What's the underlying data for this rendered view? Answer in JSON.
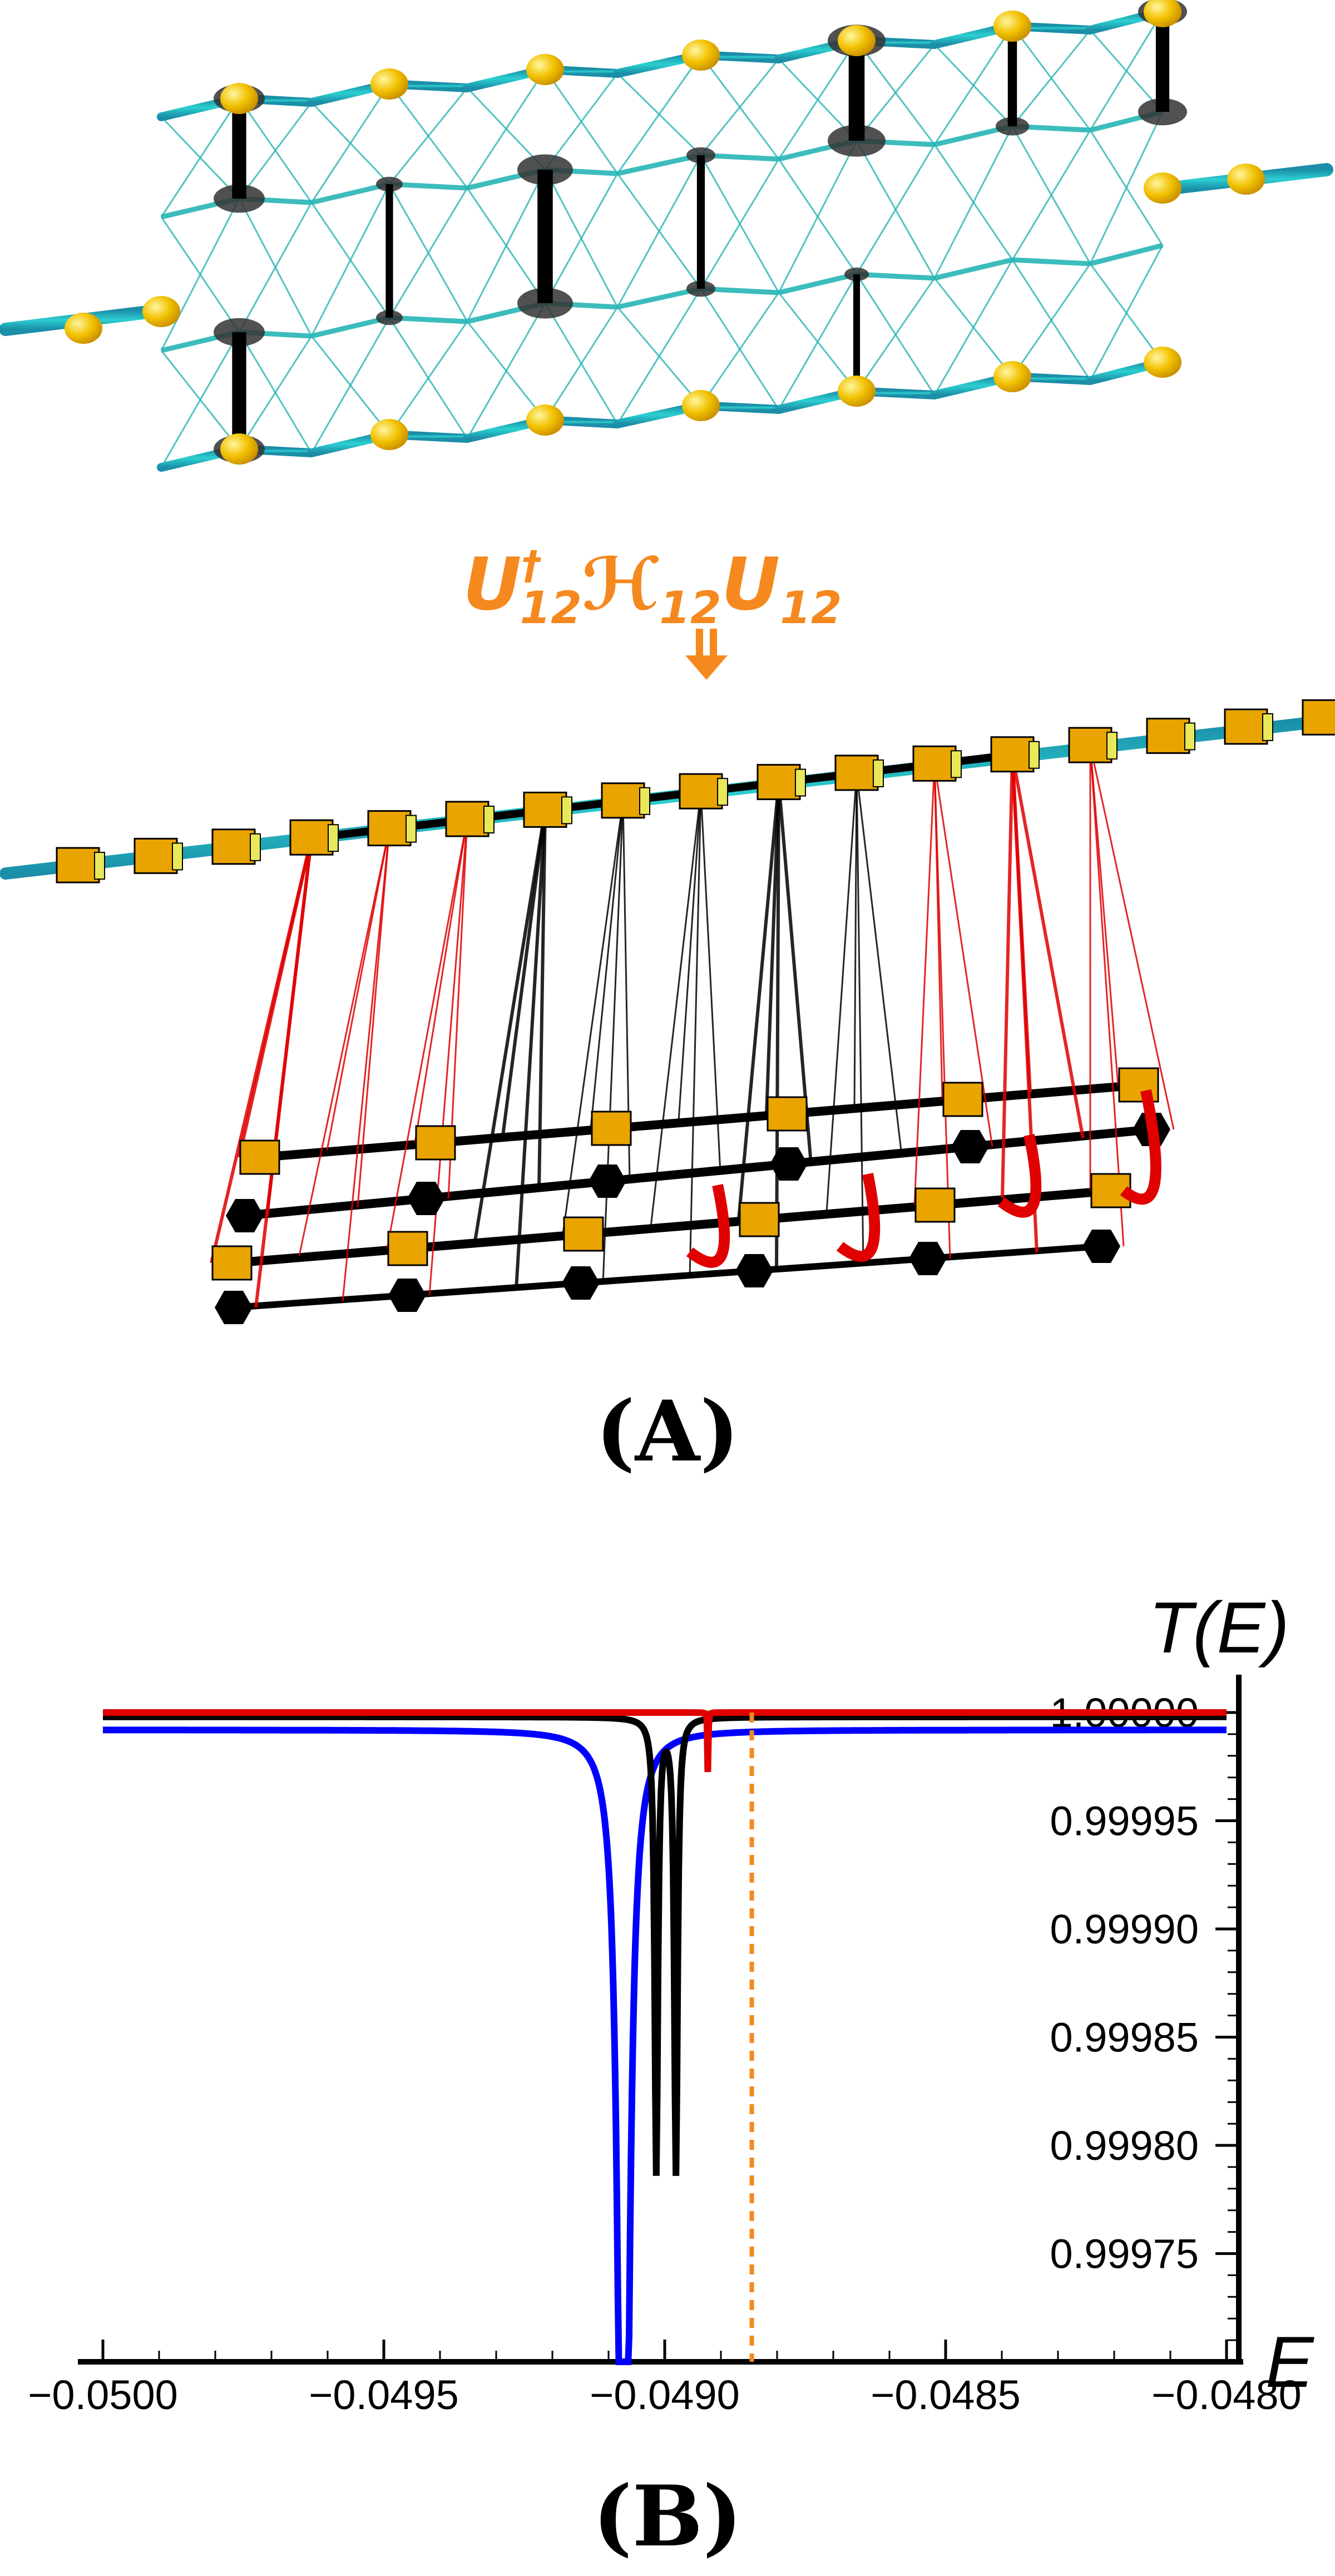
{
  "equation": {
    "U": "U",
    "dagger": "†",
    "sub1": "12",
    "H": "ℋ",
    "sub2": "12",
    "U2": "U",
    "sub3": "12",
    "color": "#f5891f"
  },
  "arrow": {
    "icon": "double-down-arrow",
    "color": "#f5891f"
  },
  "panel_a_label": "(A)",
  "panel_b_label": "(B)",
  "colors": {
    "node_yellow": "#f2c100",
    "bond_teal": "#27b5b5",
    "cube_orange": "#e9a400",
    "red": "#e00000",
    "blue": "#0000ff",
    "black": "#000000",
    "green": "#33ee33",
    "orange_dashed": "#f5891f"
  },
  "chart_data": {
    "type": "line",
    "ylabel": "T(E)",
    "xlabel": "E",
    "xlim": [
      -0.05,
      -0.048
    ],
    "ylim": [
      0.9997,
      1.0
    ],
    "x_ticks": [
      "−0.0500",
      "−0.0495",
      "−0.0490",
      "−0.0485",
      "−0.0480"
    ],
    "x_tick_values": [
      -0.05,
      -0.0495,
      -0.049,
      -0.0485,
      -0.048
    ],
    "y_ticks": [
      "1.00000",
      "0.99995",
      "0.99990",
      "0.99985",
      "0.99980",
      "0.99975"
    ],
    "y_tick_values": [
      1.0,
      0.99995,
      0.9999,
      0.99985,
      0.9998,
      0.99975
    ],
    "series": [
      {
        "color": "#33ee33",
        "style": "solid",
        "baseline": 1.0,
        "dips": []
      },
      {
        "color": "#0000ff",
        "style": "solid",
        "baseline": 0.999992,
        "dips": [
          {
            "center": -0.049073,
            "width": 9.5e-06
          }
        ]
      },
      {
        "color": "#000000",
        "style": "solid",
        "baseline": 0.999998,
        "dips": [
          {
            "center": -0.049015,
            "width": 3.5e-06
          },
          {
            "center": -0.04898,
            "width": 3.5e-06
          }
        ]
      },
      {
        "color": "#e00000",
        "style": "solid",
        "baseline": 1.0,
        "dips": [
          {
            "center": -0.048923,
            "width": 6e-07
          }
        ]
      },
      {
        "color": "#f5891f",
        "style": "dashed",
        "vertical_at": -0.048845
      }
    ]
  }
}
